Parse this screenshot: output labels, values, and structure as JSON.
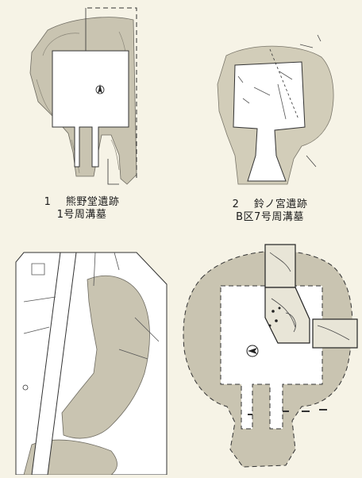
{
  "figures": [
    {
      "number": "1",
      "site": "熊野堂遺跡",
      "feature": "1号周溝墓"
    },
    {
      "number": "2",
      "site": "鈴ノ宮遺跡",
      "feature": "B区7号周溝墓"
    }
  ],
  "colors": {
    "background": "#f6f3e6",
    "mound_fill": "#c9c4b1",
    "line": "#444444"
  }
}
